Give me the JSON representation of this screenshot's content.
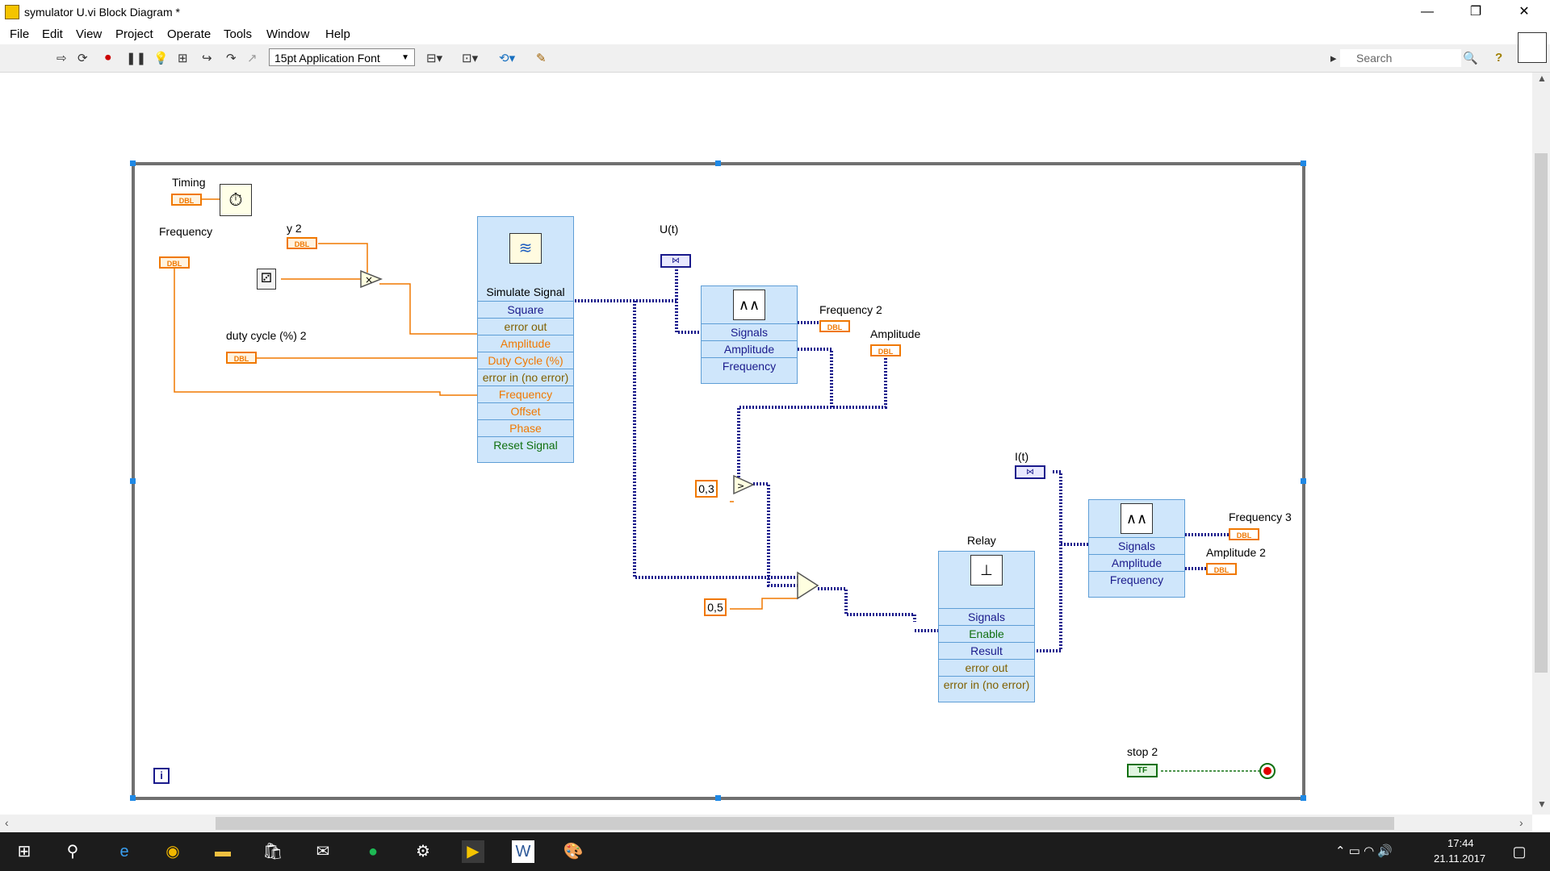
{
  "window": {
    "title": "symulator U.vi Block Diagram *",
    "minimize": "—",
    "restore": "❐",
    "close": "✕"
  },
  "menu": [
    "File",
    "Edit",
    "View",
    "Project",
    "Operate",
    "Tools",
    "Window",
    "Help"
  ],
  "toolbar": {
    "font_select": "15pt Application Font",
    "search_placeholder": "Search",
    "help": "?"
  },
  "diagram": {
    "timing_label": "Timing",
    "frequency_label": "Frequency",
    "y2_label": "y 2",
    "duty_label": "duty cycle (%) 2",
    "ut_label": "U(t)",
    "it_label": "I(t)",
    "freq2_label": "Frequency 2",
    "amplitude_label": "Amplitude",
    "freq3_label": "Frequency 3",
    "amplitude2_label": "Amplitude 2",
    "relay_label": "Relay",
    "stop_label": "stop 2",
    "const_03": "0,3",
    "const_05": "0,5",
    "dbl": "DBL",
    "tf": "TF",
    "iteration": "i",
    "simulate_signal": {
      "title": "Simulate Signal",
      "rows": [
        "Square",
        "error out",
        "Amplitude",
        "Duty Cycle (%)",
        "error in (no error)",
        "Frequency",
        "Offset",
        "Phase",
        "Reset Signal"
      ]
    },
    "tone1": {
      "rows": [
        "Signals",
        "Amplitude",
        "Frequency"
      ]
    },
    "tone2": {
      "rows": [
        "Signals",
        "Amplitude",
        "Frequency"
      ]
    },
    "relay": {
      "rows": [
        "Signals",
        "Enable",
        "Result",
        "error out",
        "error in (no error)"
      ]
    }
  },
  "taskbar": {
    "time": "17:44",
    "date": "21.11.2017"
  },
  "colors": {
    "wire_dbl": "#f07800",
    "wire_dyn": "#1a1a8c",
    "wire_bool": "#107010",
    "loop_border": "#707070",
    "node_bg": "#cfe6fb"
  }
}
